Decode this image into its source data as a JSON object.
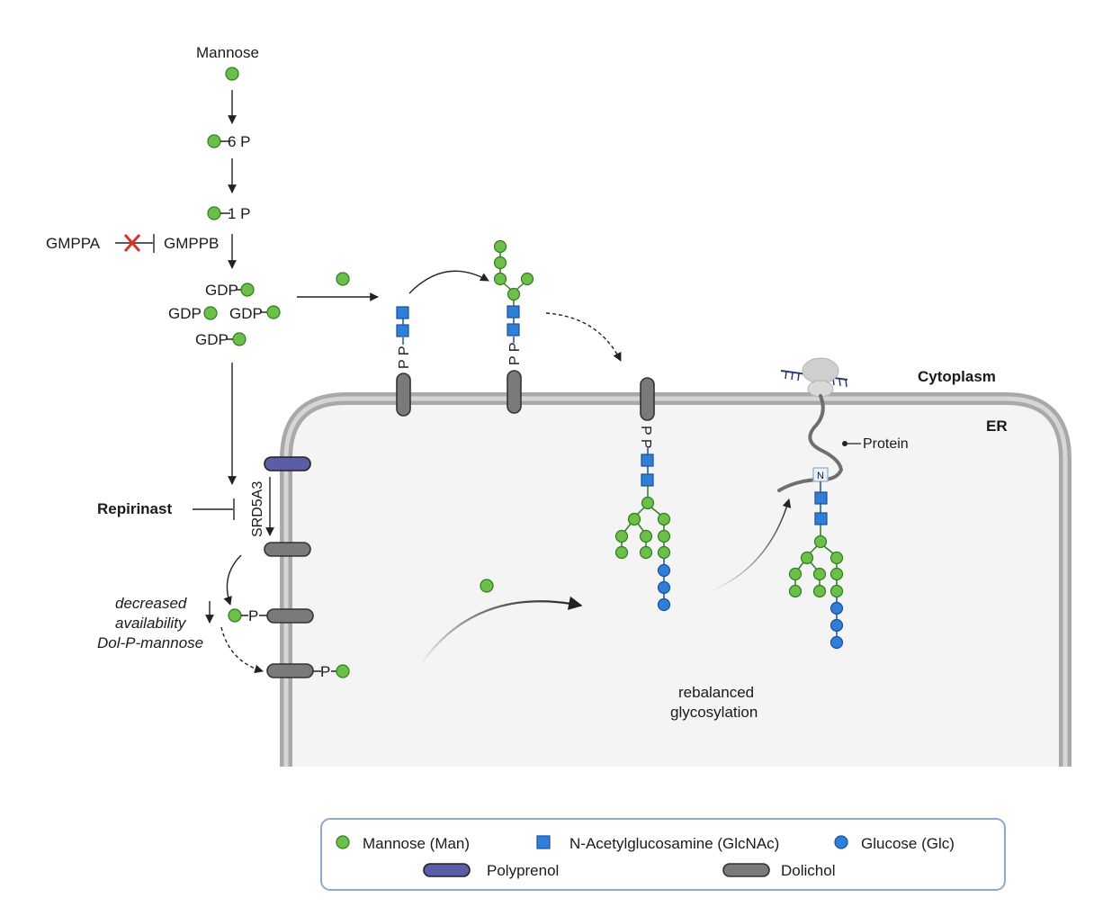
{
  "pathway": {
    "mannose": "Mannose",
    "man6p": "6 P",
    "man1p": "1 P",
    "gmppa": "GMPPA",
    "gmppb": "GMPPB",
    "gdp": "GDP",
    "repirinast": "Repirinast",
    "srd5a3": "SRD5A3",
    "decreased_line1": "decreased",
    "decreased_line2": "availability",
    "decreased_line3": "Dol-P-mannose",
    "p": "P",
    "pp": "P P",
    "n": "N",
    "protein": "Protein",
    "cytoplasm": "Cytoplasm",
    "er": "ER",
    "rebalanced_line1": "rebalanced",
    "rebalanced_line2": "glycosylation"
  },
  "legend": {
    "mannose": "Mannose (Man)",
    "glcnac": "N-Acetylglucosamine (GlcNAc)",
    "glucose": "Glucose (Glc)",
    "polyprenol": "Polyprenol",
    "dolichol": "Dolichol"
  },
  "colors": {
    "mannose": "#6cc04a",
    "glcnac": "#2f7fd6",
    "glucose": "#2f7fd6",
    "polyprenol": "#5a5ea8",
    "dolichol": "#7a7a7a",
    "inhibition_x": "#d9342b",
    "legend_border": "#8fa8cf"
  }
}
